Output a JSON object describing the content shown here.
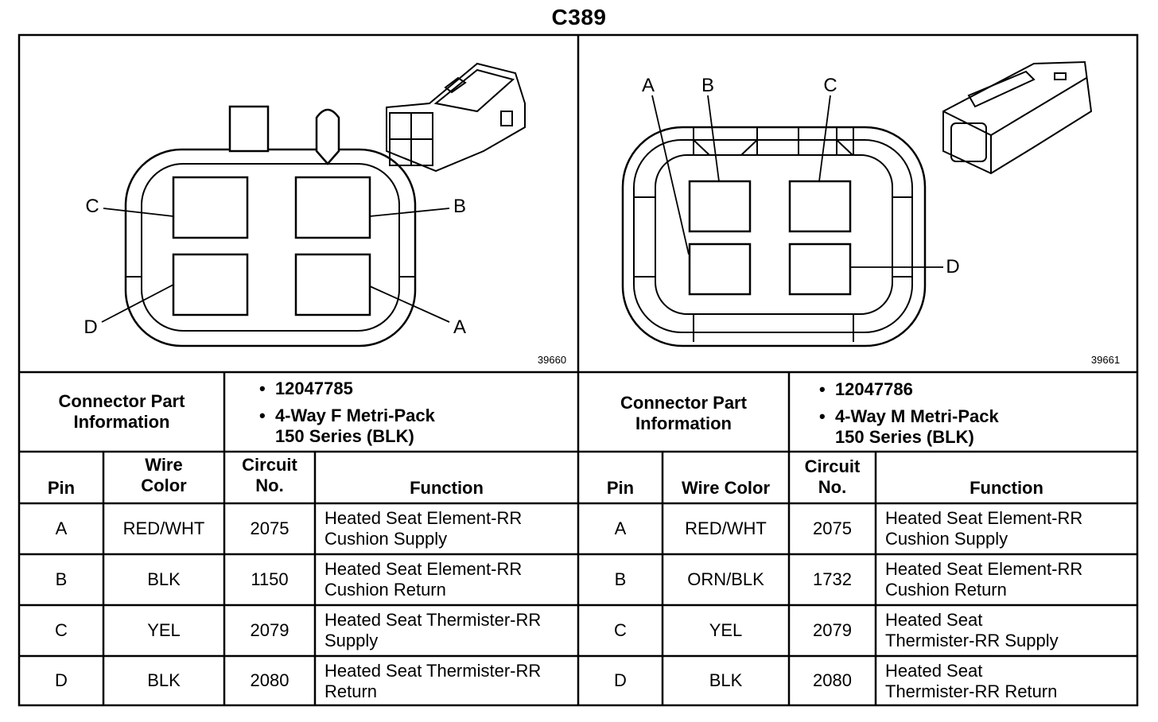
{
  "title": "C389",
  "left": {
    "figure_number": "39660",
    "pin_labels": [
      "A",
      "B",
      "C",
      "D"
    ],
    "info_label": "Connector Part Information",
    "part_number": "12047785",
    "description": "4-Way F Metri-Pack\n150 Series (BLK)",
    "headers": {
      "pin": "Pin",
      "wire": "Wire\nColor",
      "circuit": "Circuit\nNo.",
      "function": "Function"
    },
    "rows": [
      {
        "pin": "A",
        "wire": "RED/WHT",
        "circuit": "2075",
        "function": "Heated Seat Element-RR\nCushion Supply"
      },
      {
        "pin": "B",
        "wire": "BLK",
        "circuit": "1150",
        "function": "Heated Seat Element-RR\nCushion Return"
      },
      {
        "pin": "C",
        "wire": "YEL",
        "circuit": "2079",
        "function": "Heated Seat Thermister-RR\nSupply"
      },
      {
        "pin": "D",
        "wire": "BLK",
        "circuit": "2080",
        "function": "Heated Seat Thermister-RR\nReturn"
      }
    ]
  },
  "right": {
    "figure_number": "39661",
    "pin_labels": [
      "A",
      "B",
      "C",
      "D"
    ],
    "info_label": "Connector Part Information",
    "part_number": "12047786",
    "description": "4-Way M Metri-Pack\n150 Series (BLK)",
    "headers": {
      "pin": "Pin",
      "wire": "Wire Color",
      "circuit": "Circuit\nNo.",
      "function": "Function"
    },
    "rows": [
      {
        "pin": "A",
        "wire": "RED/WHT",
        "circuit": "2075",
        "function": "Heated Seat Element-RR\nCushion Supply"
      },
      {
        "pin": "B",
        "wire": "ORN/BLK",
        "circuit": "1732",
        "function": "Heated Seat Element-RR\nCushion Return"
      },
      {
        "pin": "C",
        "wire": "YEL",
        "circuit": "2079",
        "function": "Heated Seat\nThermister-RR Supply"
      },
      {
        "pin": "D",
        "wire": "BLK",
        "circuit": "2080",
        "function": "Heated Seat\nThermister-RR Return"
      }
    ]
  }
}
